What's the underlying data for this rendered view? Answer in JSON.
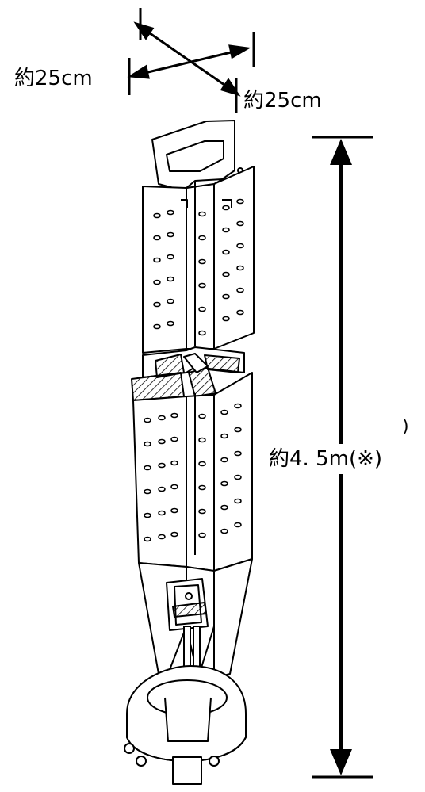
{
  "labels": {
    "width_1": "約25cm",
    "width_2": "約25cm",
    "height": "約4. 5m(※)",
    "cut_left_fragment": ")"
  },
  "colors": {
    "stroke": "#000000",
    "background": "#ffffff"
  }
}
